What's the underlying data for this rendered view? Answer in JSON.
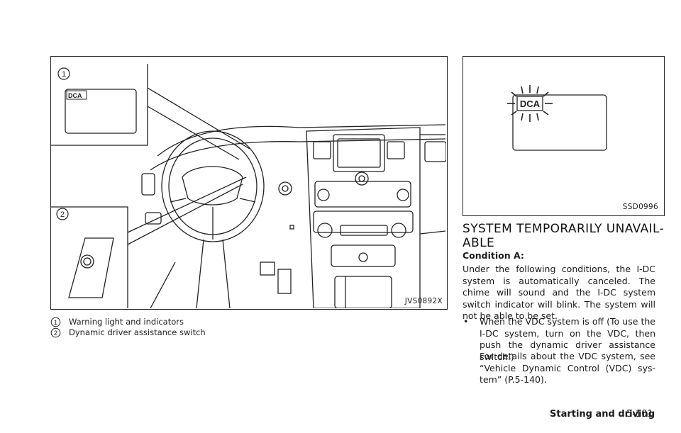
{
  "figures": {
    "left": {
      "code": "JVS0892X",
      "callout_1_number": "1",
      "callout_2_number": "2",
      "dca_label": "DCA"
    },
    "right": {
      "code": "SSD0996",
      "dca_label": "DCA"
    }
  },
  "legend": [
    {
      "number": "1",
      "text": "Warning light and indicators"
    },
    {
      "number": "2",
      "text": "Dynamic driver assistance switch"
    }
  ],
  "section": {
    "heading": "SYSTEM TEMPORARILY UNAVAIL-ABLE",
    "condition_label": "Condition A:",
    "paragraph": "Under the following conditions, the I-DC system is automatically canceled. The chime will sound and the I-DC system switch indicator will blink. The system will not be able to be set.",
    "bullet_symbol": "•",
    "bullet_text": "When the VDC system is off (To use the I-DC system, turn on the VDC, then push the dynamic driver assistance switch.)",
    "details_text": "For details about the VDC system, see “Vehicle Dynamic Control (VDC) sys-tem” (P.5-140)."
  },
  "footer": {
    "section_title": "Starting and driving",
    "page_number": "5-101"
  }
}
